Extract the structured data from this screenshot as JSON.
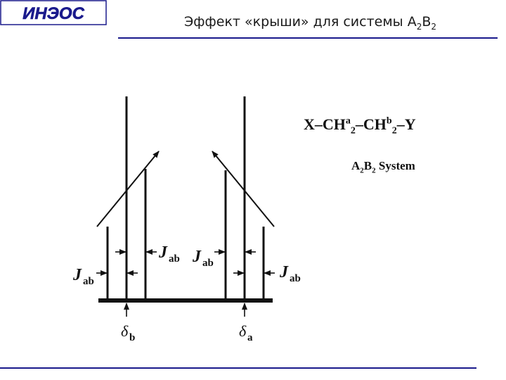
{
  "header": {
    "logo_text": "ИНЭОС",
    "title_main": "Эффект «крыши» для системы A",
    "title_sub1": "2",
    "title_b": "B",
    "title_sub2": "2"
  },
  "formula": {
    "x": "X–CH",
    "sup_a": "a",
    "sub_a": "2",
    "dash": "–CH",
    "sup_b": "b",
    "sub_b": "2",
    "y": "–Y"
  },
  "system_label": {
    "a": "A",
    "sub1": "2",
    "b": "B",
    "sub2": "2",
    "text": " System"
  },
  "labels": {
    "j": "J",
    "j_sub": "ab",
    "delta": "δ",
    "delta_b_sub": "b",
    "delta_a_sub": "a"
  },
  "colors": {
    "accent_rule": "#1a1a8c",
    "ink": "#111111"
  }
}
